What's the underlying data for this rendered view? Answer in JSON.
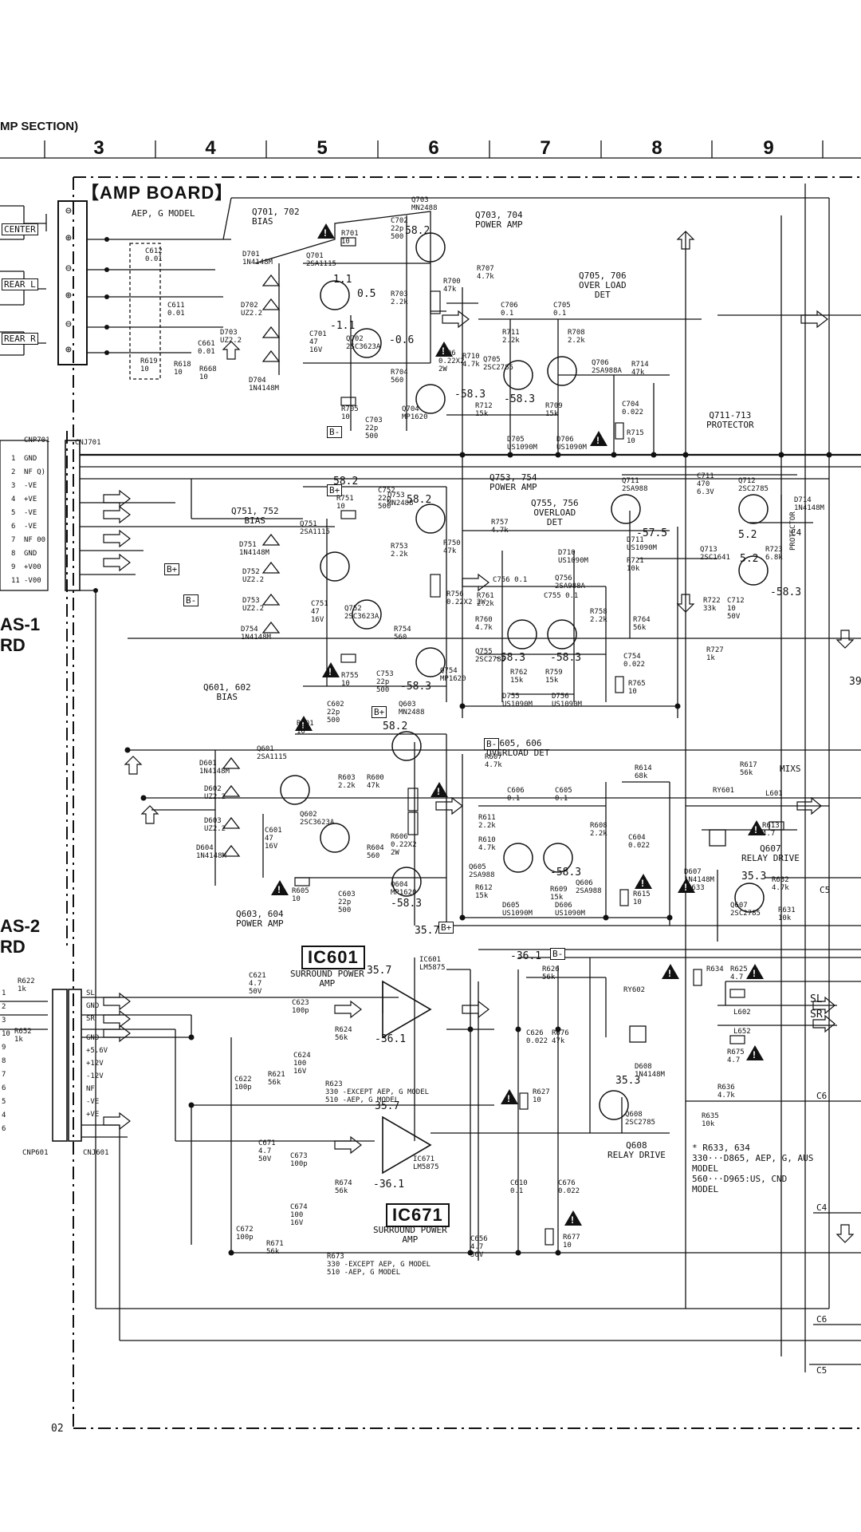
{
  "header": {
    "section": "MP SECTION)",
    "columns": [
      "3",
      "4",
      "5",
      "6",
      "7",
      "8",
      "9"
    ]
  },
  "amp_board": {
    "title": "【AMP BOARD】",
    "model_note": "AEP, G MODEL"
  },
  "speaker_outputs": [
    "CENTER",
    "REAR L",
    "REAR R"
  ],
  "connector_left": {
    "name": "CNP701",
    "pins": [
      "GND",
      "NF Q)",
      "-VE",
      "+VE",
      "-VE",
      "-VE",
      "NF 00",
      "GND",
      "+V00",
      "-V00"
    ],
    "pin_nums": [
      "1",
      "2",
      "3",
      "4",
      "5",
      "6",
      "7",
      "8",
      "9",
      "11"
    ]
  },
  "cnj701": "CNJ701",
  "board_refs": {
    "as1_a": "AS-1",
    "as1_b": "RD",
    "as2_a": "AS-2",
    "as2_b": "RD"
  },
  "lower_connector": {
    "left_name": "CNP601",
    "right_name": "CNJ601",
    "signals": [
      "SL",
      "GND",
      "SR",
      "GND",
      "+5.6V",
      "+12V",
      "-12V",
      "NF",
      "-VE",
      "+VE"
    ],
    "pin_nums": [
      "1",
      "2",
      "3",
      "10",
      "9",
      "8",
      "7",
      "6",
      "5",
      "4",
      "6"
    ],
    "r622": "R622\n1k",
    "r652": "R652\n1k"
  },
  "blocks": {
    "q701": "Q701, 702\nBIAS",
    "q703": "Q703, 704\nPOWER AMP",
    "q705": "Q705, 706\nOVER LOAD\nDET",
    "q711": "Q711-713\nPROTECTOR",
    "q751": "Q751, 752\nBIAS",
    "q753": "Q753, 754\nPOWER AMP",
    "q755": "Q755, 756\nOVERLOAD\nDET",
    "q601": "Q601, 602\nBIAS",
    "q603": "Q603, 604\nPOWER AMP",
    "q605": "Q605, 606\nOVERLOAD DET",
    "q607": "Q607\nRELAY DRIVE",
    "q608": "Q608\nRELAY DRIVE",
    "ic601": "IC601",
    "ic601_desc": "SURROUND POWER\nAMP",
    "ic671": "IC671",
    "ic671_desc": "SURROUND POWER\nAMP",
    "protector": "PROTECTOR",
    "mixs": "MIXS"
  },
  "voltages": {
    "v1": "58.2",
    "v2": "0.5",
    "v3": "-0.6",
    "v4": "1.1",
    "v5": "-1.1",
    "v6": "-58.3",
    "v7": "-58.3",
    "v8": "58.2",
    "v9": "-58.3",
    "v10": "58.2",
    "v11": "-58.3",
    "v12": "-57.5",
    "v13": "5.2",
    "v14": "5.2",
    "v15": "-58.3",
    "v16": "35.7",
    "v17": "-36.1",
    "v18": "35.7",
    "v19": "-36.1",
    "v20": "35.7",
    "v21": "-36.1",
    "v22": "35.3",
    "v23": "35.3",
    "v24": "58.2",
    "v25": "-58.3",
    "v26": "-58.3",
    "v27": "-58.3"
  },
  "power_tags": {
    "bplus": "B+",
    "bminus": "B-"
  },
  "components": {
    "c612": "C612\n0.01",
    "c611": "C611\n0.01",
    "c661": "C661\n0.01",
    "r619": "R619\n10",
    "r618": "R618\n10",
    "r668": "R668\n10",
    "d701": "D701\n1N4148M",
    "d702": "D702\nUZ2.2",
    "d703": "D703\nUZ2.2",
    "d704": "D704\n1N4148M",
    "q701p": "Q701\n2SA1115",
    "q702p": "Q702\n2SC3623A",
    "c701": "C701\n47\n16V",
    "r701": "R701\n10",
    "c702": "C702\n22p\n500",
    "q703p": "Q703\nMN2488",
    "r703": "R703\n2.2k",
    "r704": "R704\n560",
    "r700": "R700\n47k",
    "r706": "R706\n0.22X2\n2W",
    "q704p": "Q704\nMP1620",
    "r705": "R705\n10",
    "c703": "C703\n22p\n500",
    "r707": "R707\n4.7k",
    "r710": "R710\n4.7k",
    "c706": "C706\n0.1",
    "r711": "R711\n2.2k",
    "c705": "C705\n0.1",
    "r708": "R708\n2.2k",
    "q705p": "Q705\n2SC2785",
    "q706p": "Q706\n2SA988A",
    "r712": "R712\n15k",
    "r709": "R709\n15k",
    "r714": "R714\n47k",
    "c704": "C704\n0.022",
    "r715": "R715\n10",
    "d705": "D705\nUS1090M",
    "d706": "D706\nUS1090M",
    "c711": "C711\n470\n6.3V",
    "q711p": "Q711\n2SA988",
    "q712p": "Q712\n2SC2785",
    "d714": "D714\n1N4148M",
    "d711": "D711\nUS1090M",
    "r721": "R721\n10k",
    "q713p": "Q713\n2SC1641",
    "r723": "R723\n6.8k",
    "d710": "D710\nUS1090M",
    "r722": "R722\n33k",
    "c712": "C712\n10\n50V",
    "r727": "R727\n1k",
    "d751": "D751\n1N4148M",
    "d752": "D752\nUZ2.2",
    "d753": "D753\nUZ2.2",
    "d754": "D754\n1N4148M",
    "r751": "R751\n10",
    "c752": "C752\n22p\n500",
    "q751p": "Q751\n2SA1115",
    "q752p": "Q752\n2SC3623A",
    "c751": "C751\n47\n16V",
    "q753p": "Q753\nMN2488",
    "r753": "R753\n2.2k",
    "r750": "R750\n47k",
    "r756": "R756\n0.22X2 2W",
    "r754": "R754\n560",
    "q754p": "Q754\nMP1620",
    "r755": "R755\n10",
    "c753": "C753\n22p\n500",
    "r757": "R757\n4.7k",
    "c756": "C756 0.1",
    "r761": "R761\n2.2k",
    "c755": "C755 0.1",
    "q756p": "Q756\n2SA988A",
    "r758": "R758\n2.2k",
    "r760": "R760\n4.7k",
    "q755p": "Q755\n2SC2785",
    "r762": "R762\n15k",
    "r759": "R759\n15k",
    "d755": "D755\nUS1090M",
    "d756": "D756\nUS1090M",
    "r764": "R764\n56k",
    "c754": "C754\n0.022",
    "r765": "R765\n10",
    "d601": "D601\n1N4148M",
    "d602": "D602\nUZ2.2",
    "d603": "D603\nUZ2.2",
    "d604": "D604\n1N4148M",
    "r601": "R601\n10",
    "c602": "C602\n22p\n500",
    "q601p": "Q601\n2SA1115",
    "q602p": "Q602\n2SC3623A",
    "c601": "C601\n47\n16V",
    "q603p": "Q603\nMN2488",
    "r603": "R603\n2.2k",
    "r600": "R600\n47k",
    "r606": "R606\n0.22X2\n2W",
    "r604": "R604\n560",
    "q604p": "Q604\nMP1620",
    "r605": "R605\n10",
    "c603": "C603\n22p\n500",
    "r607": "R607\n4.7k",
    "c606": "C606\n0.1",
    "r611": "R611\n2.2k",
    "c605": "C605\n0.1",
    "r608": "R608\n2.2k",
    "r610": "R610\n4.7k",
    "q605p": "Q605\n2SA988",
    "q606p": "Q606\n2SA988",
    "r612": "R612\n15k",
    "r609": "R609\n15k",
    "d605": "D605\nUS1090M",
    "d606": "D606\nUS1090M",
    "r614": "R614\n68k",
    "c604": "C604\n0.022",
    "r615": "R615\n10",
    "r617": "R617\n56k",
    "ry601": "RY601",
    "l601": "L601",
    "r613": "R613\n4.7",
    "d607": "D607\n1N4148M",
    "q607p": "Q607\n2SC2785",
    "r632": "R632\n4.7k",
    "r631": "R631\n10k",
    "r633": "R633",
    "ic601p": "IC601\nLM5875",
    "c621": "C621\n4.7\n50V",
    "c623": "C623\n100p",
    "r624": "R624\n56k",
    "c624": "C624\n100\n16V",
    "c622": "C622\n100p",
    "r621": "R621\n56k",
    "r623": "R623\n330 -EXCEPT AEP, G MODEL\n510 -AEP, G MODEL",
    "r626": "R626\n56k",
    "c626": "C626\n0.022",
    "r676": "R676\n47k",
    "r627": "R627\n10",
    "ry602": "RY602",
    "r634": "R634",
    "r625": "R625\n4.7",
    "l602": "L602",
    "l652": "L652",
    "r675": "R675\n4.7",
    "d608": "D608\n1N4148M",
    "q608p": "Q608\n2SC2785",
    "r636": "R636\n4.7k",
    "r635": "R635\n10k",
    "ic671p": "IC671\nLM5875",
    "c671": "C671\n4.7\n50V",
    "c673": "C673\n100p",
    "r674": "R674\n56k",
    "c674": "C674\n100\n16V",
    "c672": "C672\n100p",
    "r671": "R671\n56k",
    "r673": "R673\n330 -EXCEPT AEP, G MODEL\n510 -AEP, G MODEL",
    "c610": "C610\n0.1",
    "c676": "C676\n0.022",
    "r677": "R677\n10",
    "c656": "C656\n4.7\n50V"
  },
  "outputs": {
    "sl": "SL",
    "sr": "SR",
    "c4": "C4",
    "c5": "C5",
    "c6": "C6",
    "c4b": "C4",
    "c5b": "C5",
    "c6b": "C6",
    "n39": "39"
  },
  "note": "* R633, 634\n330···D865, AEP, G, AUS\nMODEL\n560···D965:US, CND\nMODEL",
  "footer": "02"
}
